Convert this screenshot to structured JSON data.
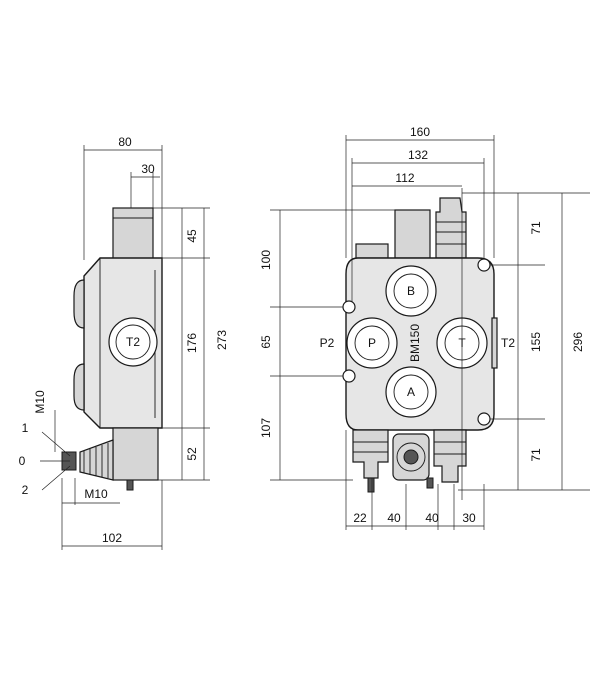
{
  "side_view": {
    "dimensions": {
      "top_width": "80",
      "top_inner": "30",
      "right_upper": "45",
      "right_middle": "176",
      "right_total": "273",
      "right_lower": "52",
      "bottom_width": "102"
    },
    "port_label": "T2",
    "lever": {
      "thread_top": "M10",
      "thread_bottom": "M10",
      "position_1": "1",
      "position_0": "0",
      "position_2": "2"
    }
  },
  "front_view": {
    "dimensions": {
      "width_160": "160",
      "width_132": "132",
      "width_112": "112",
      "left_upper": "100",
      "left_middle": "65",
      "left_lower": "107",
      "right_upper": "71",
      "right_middle": "155",
      "right_lower": "71",
      "right_total": "296",
      "bottom_22": "22",
      "bottom_40a": "40",
      "bottom_40b": "40",
      "bottom_30": "30"
    },
    "ports": {
      "b": "B",
      "p": "P",
      "t": "T",
      "a": "A",
      "p2": "P2",
      "t2": "T2"
    },
    "model": "BM150"
  }
}
